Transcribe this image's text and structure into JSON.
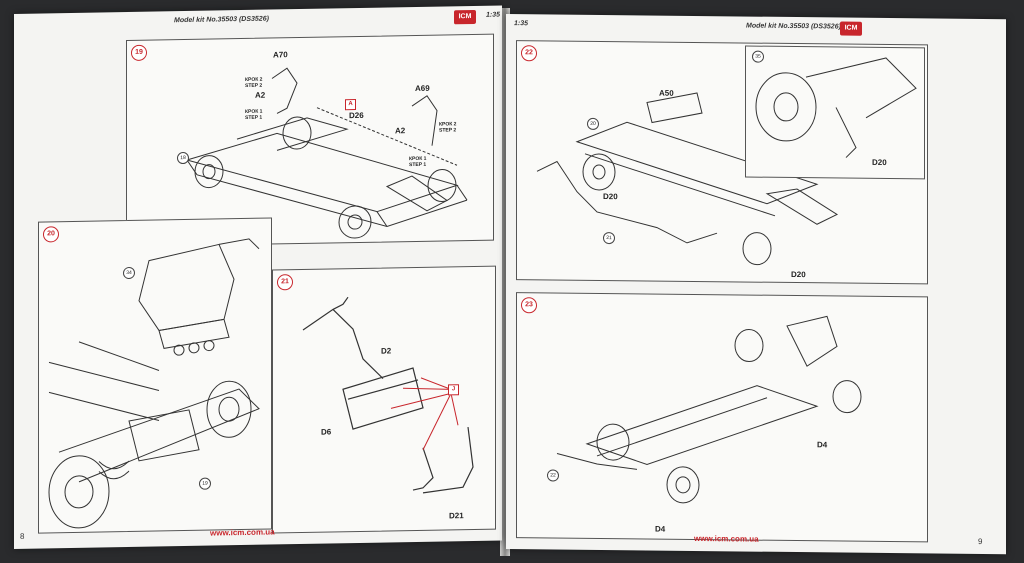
{
  "left_page": {
    "header_model": "Model kit No.35503 (DS3526)",
    "header_scale": "1:35",
    "logo": "ICM",
    "page_number": "8",
    "url": "www.icm.com.ua",
    "step19": {
      "number": "19",
      "parts": [
        "A70",
        "A2",
        "D26",
        "A69",
        "A2"
      ],
      "callout_letter": "A",
      "step_labels": [
        "КРОК 2\nSTEP 2",
        "КРОК 1\nSTEP 1",
        "КРОК 2\nSTEP 2",
        "КРОК 1\nSTEP 1"
      ],
      "refs": [
        "18"
      ]
    },
    "step20": {
      "number": "20",
      "refs": [
        "34",
        "19"
      ]
    },
    "step21": {
      "number": "21",
      "parts": [
        "D2",
        "D6",
        "D21"
      ],
      "callout_letter": "J"
    }
  },
  "right_page": {
    "header_scale": "1:35",
    "header_model": "Model kit No.35503 (DS3526)",
    "logo": "ICM",
    "page_number": "9",
    "url": "www.icm.com.ua",
    "step22": {
      "number": "22",
      "parts": [
        "A50",
        "D20",
        "D20",
        "D20"
      ],
      "refs": [
        "20",
        "21",
        "35"
      ]
    },
    "step23": {
      "number": "23",
      "parts": [
        "D4",
        "D4"
      ],
      "refs": [
        "22"
      ]
    }
  }
}
